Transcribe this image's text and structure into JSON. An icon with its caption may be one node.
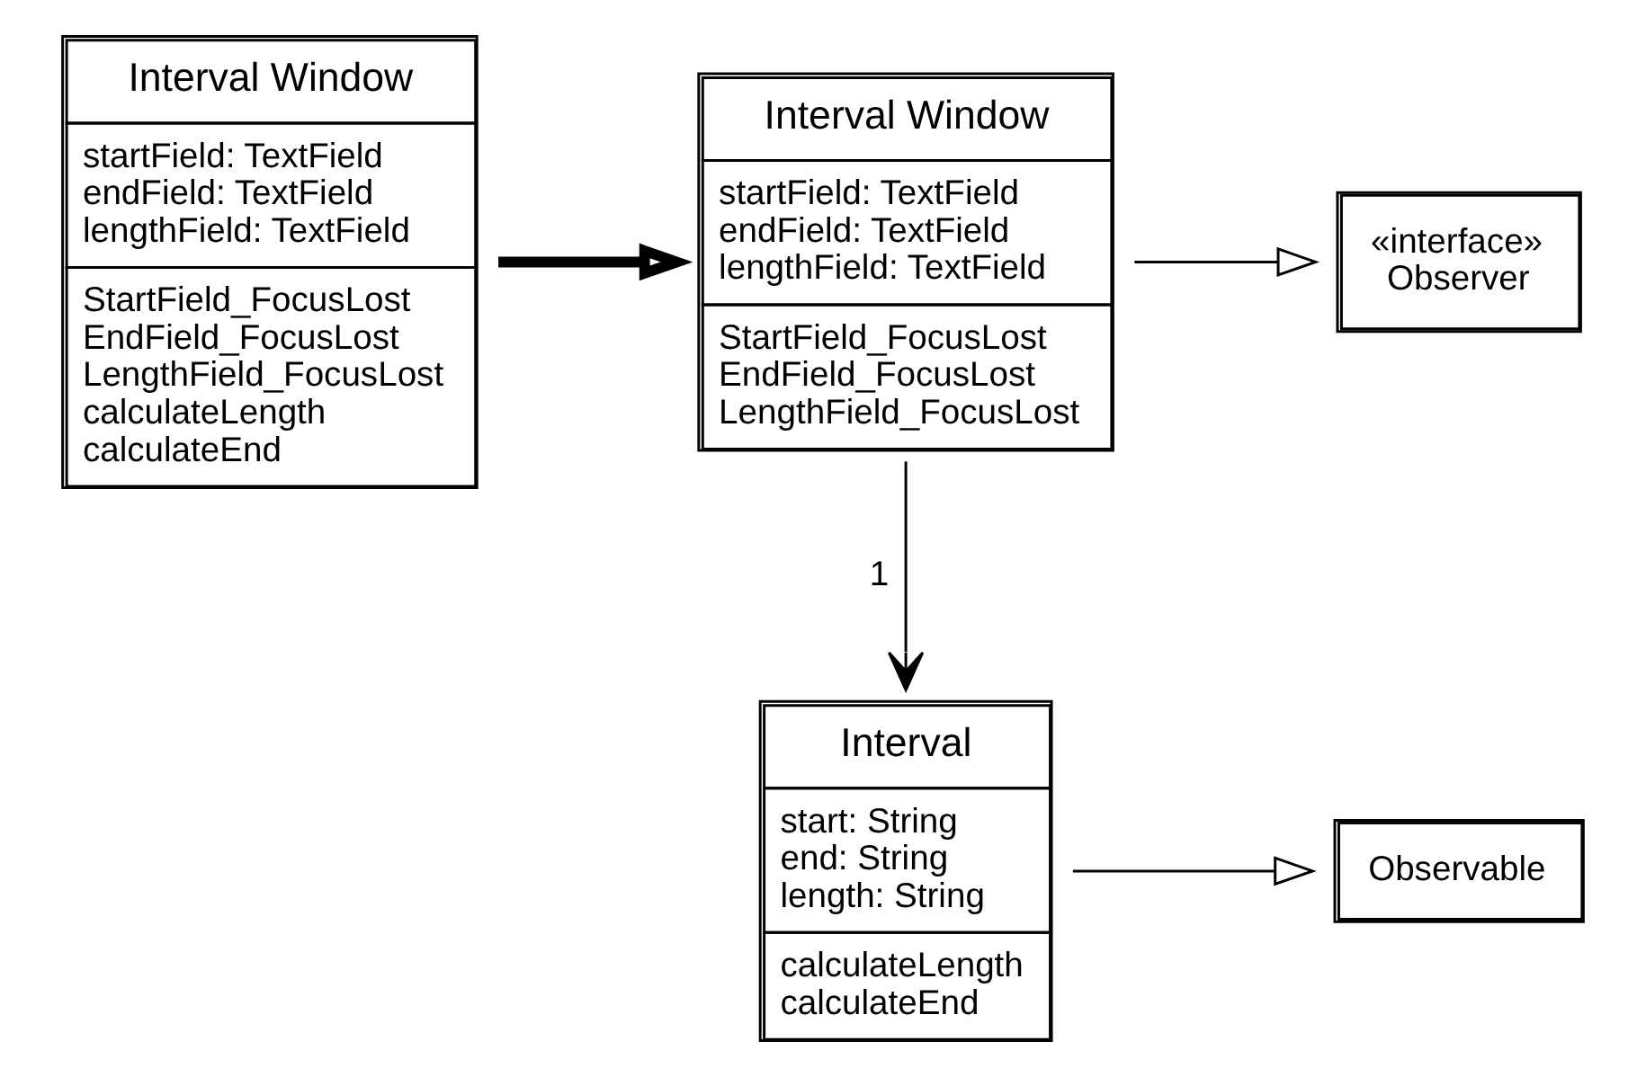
{
  "diagram": {
    "nodes": [
      {
        "text": [
          "Interval Window",
          "startField: TextField endField: TextField lengthField: TextField",
          "StartField_FocusLost EndField_FocusLost LengthField_FocusLost calculateLength calculateEnd"
        ]
      },
      {
        "text": [
          "Interval Window",
          "startField: TextField endField: TextField lengthField: TextField",
          "StartField_FocusLost EndField_FocusLost LengthField_FocusLost"
        ]
      },
      {
        "text": [
          "«interface»",
          "Observer"
        ]
      },
      {
        "text": [
          "Interval",
          "start: String end: String length: String",
          "calculateLength calculateEnd"
        ]
      },
      {
        "text": [
          "Observable"
        ]
      }
    ],
    "edges": [
      {
        "from": 0,
        "to": 1,
        "arrow": "to",
        "style": "thick"
      },
      {
        "from": 1,
        "to": 2,
        "arrow": "to"
      },
      {
        "from": 1,
        "to": 3,
        "arrow": "to",
        "label": "1"
      },
      {
        "from": 3,
        "to": 4,
        "arrow": "to"
      }
    ]
  }
}
